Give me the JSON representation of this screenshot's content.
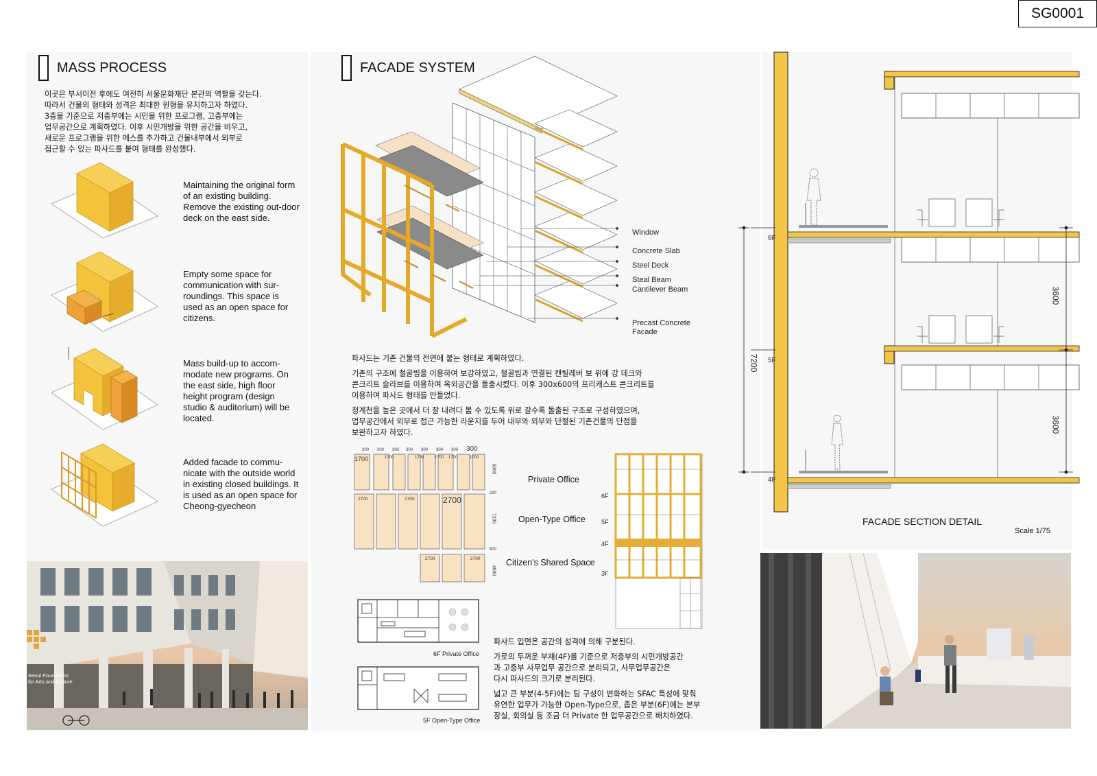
{
  "sheet_code": "SG0001",
  "mass_process": {
    "title": "MASS PROCESS",
    "intro": [
      "이곳은 부서이전 후에도 여전히 서울문화재단 본관의 역할을 갖는다.",
      "따라서 건물의 형태와 성격은 최대한 원형을 유지하고자 하였다.",
      "3층을 기준으로 저층부에는 시민을 위한 프로그램, 고층부에는",
      "업무공간으로 계획하였다. 이후 시민개방을 위한 공간을 비우고,",
      "새로운 프로그램을 위한 메스를 추가하고 건물내부에서 외부로",
      "접근할 수 있는 파사드를 붙여 형태를 완성했다."
    ],
    "steps": [
      {
        "text": "Maintaining the original form of an existing building. Remove the existing out-door deck on the east side."
      },
      {
        "text": "Empty some space for communication with sur-roundings. This space is used as an open space for citizens."
      },
      {
        "text": "Mass build-up to accom-modate new programs. On the east side, high floor height program (design studio & auditorium) will be located."
      },
      {
        "text": "Added facade to commu-nicate with the outside world in existing closed buildings. It is used as an open space for Cheong-gyecheon"
      }
    ]
  },
  "facade_system": {
    "title": "FACADE SYSTEM",
    "exploded_labels": [
      "Window",
      "Concrete Slab",
      "Steel Deck",
      "Steal Beam",
      "Cantilever Beam",
      "Precast Concrete",
      "Facade"
    ],
    "text_block_1": [
      "파사드는 기존 건물의 전면에 붙는 형태로 계획하였다.",
      "기존의 구조에 철골빔을 이용하여 보강하였고, 철골빔과 연결된 캔틸레버 보 위에 강 데크와",
      "콘크리트 슬라브를 이용하여 옥외공간을 돌출시켰다. 이후 300x600의 프리캐스트 콘크리트를",
      "이용하여 파사드 형태를 만들었다.",
      "청계천을 높은 곳에서 더 잘 내려다 볼 수 있도록 위로 갈수록 돌출된 구조로 구성하였으며,",
      "업무공간에서 외부로 접근 가능한 라운지를 두어 내부와 외부와 단절된 기존건물의 단점을",
      "보완하고자 하였다."
    ],
    "elevation_dims": {
      "top": [
        "300",
        "300",
        "300",
        "300",
        "300",
        "300",
        "300",
        "300"
      ],
      "row1": [
        "1700",
        "1700",
        "1700",
        "1700",
        "1700",
        "1700"
      ],
      "row2": [
        "2700",
        "2700",
        "2700"
      ],
      "row3": [
        "2700",
        "2700"
      ],
      "side": [
        "5000",
        "200",
        "7200",
        "800",
        "4000"
      ]
    },
    "zones": [
      "Private Office",
      "Open-Type Office",
      "Citizen's Shared Space"
    ],
    "floors": [
      "6F",
      "5F",
      "4F",
      "3F"
    ],
    "plan_labels": [
      "6F Private Office",
      "5F Open-Type Office"
    ],
    "text_block_2": [
      "파사드 입면은 공간의 성격에 의해 구분된다.",
      "가로의 두꺼운 부재(4F)를 기준으로 저층부의 시민개방공간",
      "과 고층부 사무업무 공간으로 분리되고, 사무업무공간은",
      "다시 파사드의 크기로 분리된다.",
      "넓고 큰 부분(4-5F)에는 팀 구성이 변화하는 SFAC 특성에 맞춰",
      "유연한 업무가 가능한 Open-Type으로, 좁은 부분(6F)에는 본부",
      "장실, 회의실 등 조금 더 Private 한 업무공간으로 배치하였다."
    ]
  },
  "section": {
    "title": "FACADE SECTION DETAIL",
    "scale": "Scale 1/75",
    "floors": [
      "6F",
      "5F",
      "4F"
    ],
    "dim_total": "7200",
    "dim_floor": [
      "3600",
      "3600"
    ]
  },
  "render_left": {
    "sign": [
      "Seoul Foundation",
      "for Arts and Culture"
    ]
  },
  "colors": {
    "accent": "#f5c33b",
    "accent_dark": "#e2a623",
    "panel_tone": "#f8e2c2",
    "panel": "#f7f7f7"
  }
}
